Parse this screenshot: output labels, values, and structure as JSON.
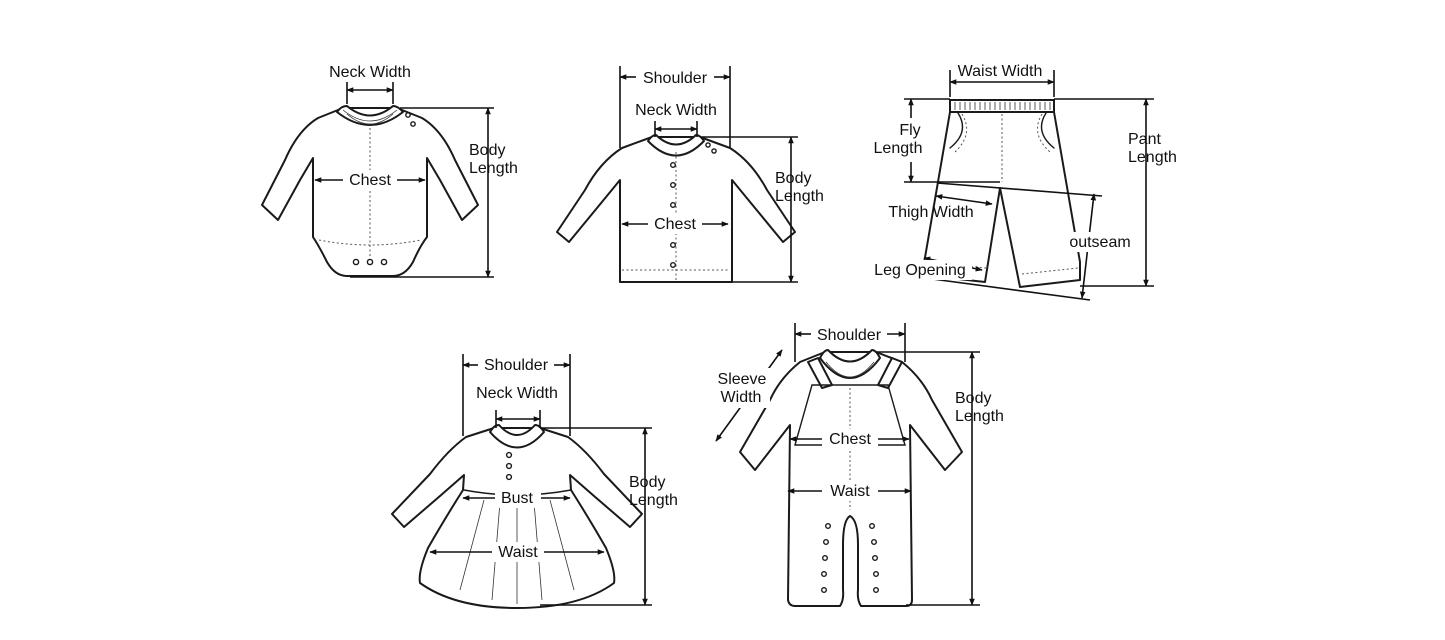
{
  "garments": {
    "bodysuit": {
      "neck_width": "Neck Width",
      "chest": "Chest",
      "body_length_1": "Body",
      "body_length_2": "Length"
    },
    "cardigan": {
      "shoulder": "Shoulder",
      "neck_width": "Neck Width",
      "chest": "Chest",
      "body_length_1": "Body",
      "body_length_2": "Length"
    },
    "pants": {
      "waist_width": "Waist Width",
      "fly_length_1": "Fly",
      "fly_length_2": "Length",
      "thigh_width": "Thigh Width",
      "leg_opening": "Leg Opening",
      "outseam": "outseam",
      "pant_length_1": "Pant",
      "pant_length_2": "Length"
    },
    "dress": {
      "shoulder": "Shoulder",
      "neck_width": "Neck Width",
      "bust": "Bust",
      "waist": "Waist",
      "body_length_1": "Body",
      "body_length_2": "Length"
    },
    "romper": {
      "shoulder": "Shoulder",
      "sleeve_width_1": "Sleeve",
      "sleeve_width_2": "Width",
      "chest": "Chest",
      "waist": "Waist",
      "body_length_1": "Body",
      "body_length_2": "Length"
    }
  }
}
